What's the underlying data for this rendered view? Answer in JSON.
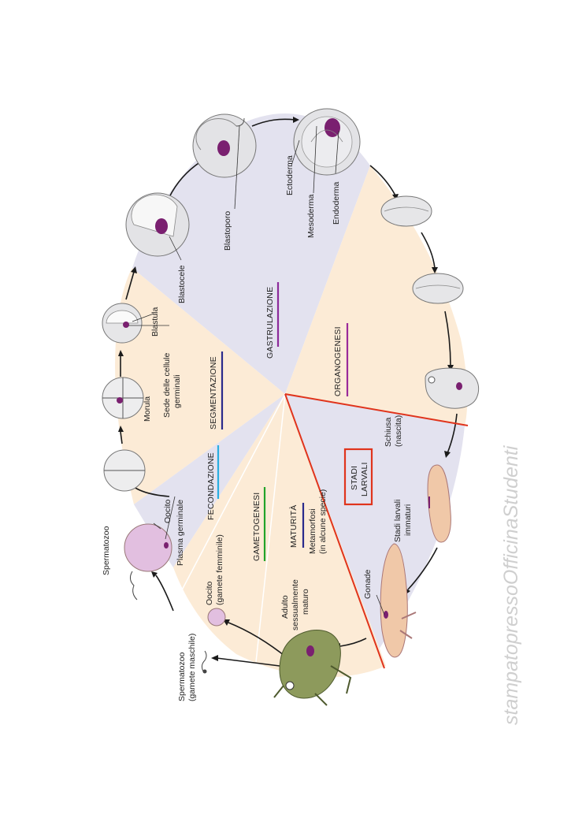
{
  "labels": {
    "spermatozoo_top": "Spermatozoo",
    "oocito": "Oocito",
    "plasma_germinale": "Plasma germinale",
    "oocito_femminile_1": "Oocito",
    "oocito_femminile_2": "(gamete femminile)",
    "spermatozoo_maschile_1": "Spermatozoo",
    "spermatozoo_maschile_2": "(gamete maschile)",
    "morula": "Morula",
    "blastula": "Blastula",
    "sede_1": "Sede delle cellule",
    "sede_2": "germinali",
    "blastocele": "Blastocele",
    "blastoporo": "Blastoporo",
    "ectoderma": "Ectoderma",
    "mesoderma": "Mesoderma",
    "endoderma": "Endoderma",
    "schiusa_1": "Schiusa",
    "schiusa_2": "(nascita)",
    "metamorfosi_1": "Metamorfosi",
    "metamorfosi_2": "(in alcune specie)",
    "stadi_larvali_immaturi_1": "Stadi larvali",
    "stadi_larvali_immaturi_2": "immaturi",
    "gonade": "Gonade",
    "adulto_1": "Adulto",
    "adulto_2": "sessualmente",
    "adulto_3": "maturo"
  },
  "phases": {
    "fecondazione": "FECONDAZIONE",
    "segmentazione": "SEGMENTAZIONE",
    "gastrulazione": "GASTRULAZIONE",
    "organogenesi": "ORGANOGENESI",
    "gametogenesi": "GAMETOGENESI",
    "maturita": "MATURITÀ",
    "stadi_larvali_1": "STADI",
    "stadi_larvali_2": "LARVALI"
  },
  "watermark": "stampatopressoOfficinaStudenti",
  "colors": {
    "peach": "#fcebd6",
    "lavender": "#e3e2ef",
    "fecondazione": "#29aee0",
    "segmentazione": "#2a2a8c",
    "gastrulazione": "#8c2a9a",
    "organogenesi": "#9a2a9a",
    "gametogenesi": "#22a32a",
    "maturita": "#2a2a8c",
    "red": "#e0341c",
    "yolk": "#e8e8ea",
    "germplasm": "#7a2070",
    "oocyte": "#e2bfe0",
    "frog": "#8d9a5c",
    "tadpole": "#f0c8a8"
  }
}
